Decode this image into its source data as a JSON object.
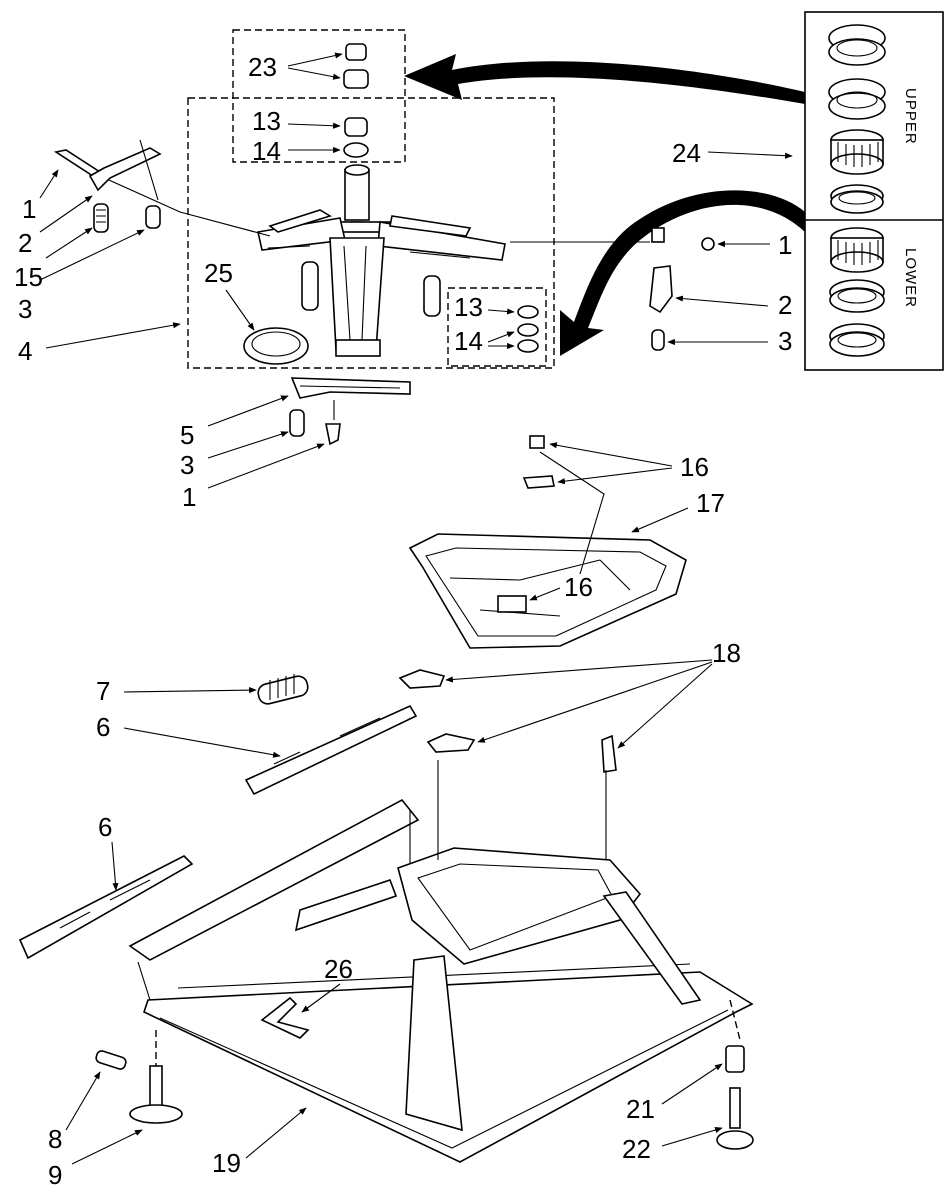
{
  "callouts": {
    "c23": "23",
    "c13a": "13",
    "c14a": "14",
    "c1a": "1",
    "c2a": "2",
    "c15": "15",
    "c3a": "3",
    "c4": "4",
    "c25": "25",
    "c13b": "13",
    "c14b": "14",
    "c1b": "1",
    "c2b": "2",
    "c3b": "3",
    "c24": "24",
    "c5": "5",
    "c3c": "3",
    "c1c": "1",
    "c16a": "16",
    "c17": "17",
    "c16b": "16",
    "c18": "18",
    "c7": "7",
    "c6a": "6",
    "c6b": "6",
    "c26": "26",
    "c8": "8",
    "c9": "9",
    "c19": "19",
    "c21": "21",
    "c22": "22"
  },
  "kit_labels": {
    "upper": "UPPER",
    "lower": "LOWER"
  }
}
